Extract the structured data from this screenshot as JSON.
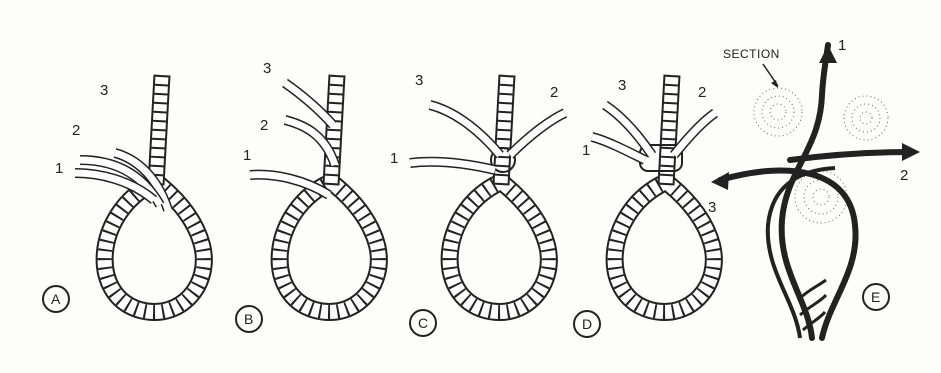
{
  "panels": [
    {
      "id": "A",
      "label": "A",
      "strands": [
        "1",
        "2",
        "3"
      ]
    },
    {
      "id": "B",
      "label": "B",
      "strands": [
        "1",
        "2",
        "3"
      ]
    },
    {
      "id": "C",
      "label": "C",
      "strands": [
        "1",
        "2",
        "3"
      ]
    },
    {
      "id": "D",
      "label": "D",
      "strands": [
        "1",
        "2",
        "3"
      ]
    },
    {
      "id": "E",
      "label": "E",
      "strands": [
        "1",
        "2",
        "3"
      ],
      "section_label": "SECTION"
    }
  ],
  "colors": {
    "ink": "#222222",
    "paper": "#fdfdfb",
    "rope_fill": "#ffffff"
  }
}
